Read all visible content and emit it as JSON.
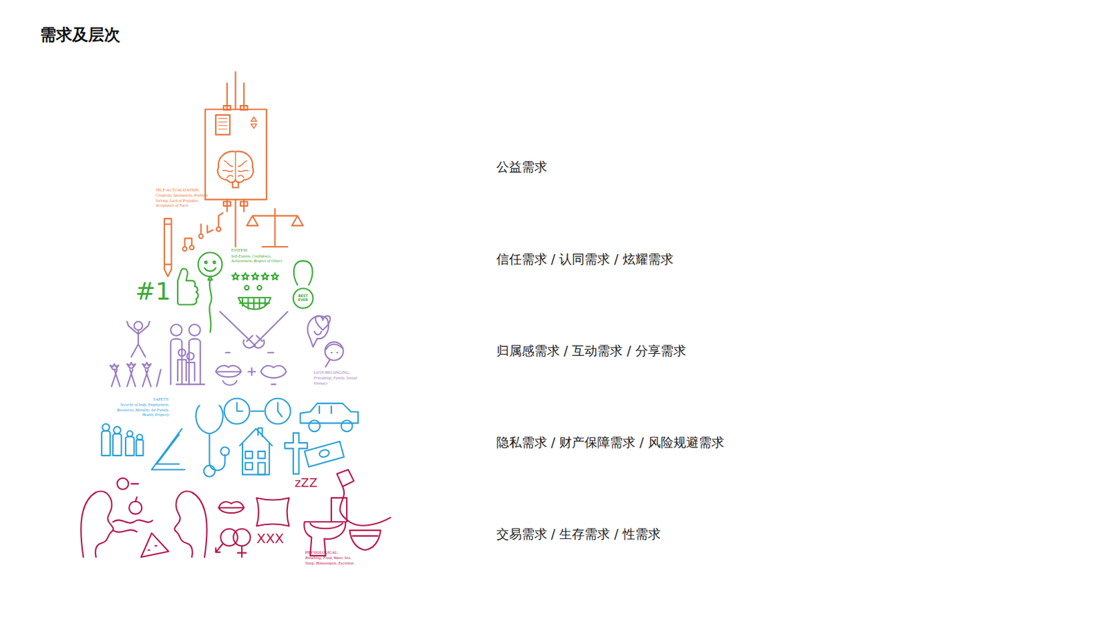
{
  "diagram": {
    "title": "需求及层次",
    "labels": [
      "公益需求",
      "信任需求 / 认同需求 / 炫耀需求",
      "归属感需求 / 互动需求 / 分享需求",
      "隐私需求 / 财产保障需求 / 风险规避需求",
      "交易需求 / 生存需求 / 性需求",
      "SELF-ACTUALIZATION:",
      "Creativity, Spontaneity, Problem Solving, Lack of Prejudice, Acceptance of Facts",
      "ESTEEM:",
      "Self-Esteem, Confidence, Achievement, Respect of Others",
      "#1",
      "BEST EVER",
      "LOVE/BELONGING:",
      "Friendship, Family, Sexual Intimacy",
      "SAFETY:",
      "Security of body, Employment, Resources, Morality, the Family, Health, Property",
      "zZZ",
      "XXX",
      "PHYSIOLOGICAL:",
      "Breathing, Food, Water, Sex, Sleep, Homeostasis, Excretion"
    ]
  }
}
